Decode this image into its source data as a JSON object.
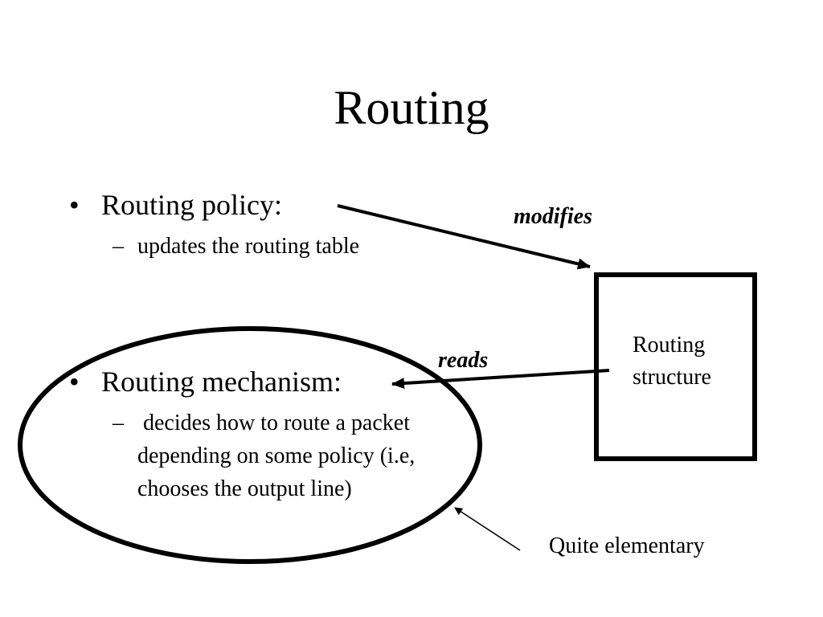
{
  "slide": {
    "title": "Routing"
  },
  "bullets": [
    {
      "label": "Routing policy:",
      "sub": "updates the routing table"
    },
    {
      "label": "Routing mechanism:",
      "sub_lines": [
        " decides how to route a packet",
        "depending on some policy (i.e,",
        "chooses the output line)"
      ]
    }
  ],
  "symbols": {
    "bullet": "•",
    "dash": "–"
  },
  "diagram": {
    "box_lines": [
      "Routing",
      "structure"
    ],
    "edge_modifies": "modifies",
    "edge_reads": "reads",
    "note": "Quite elementary"
  }
}
